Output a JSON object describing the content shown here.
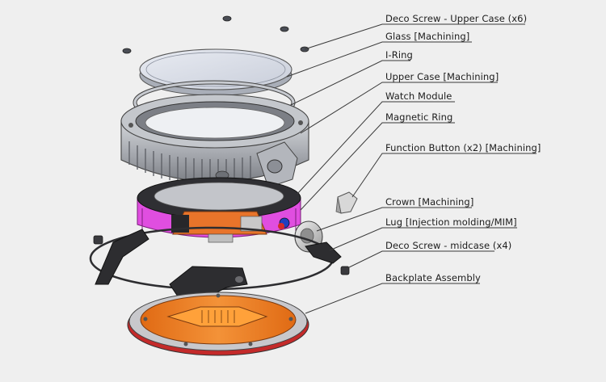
{
  "diagram": {
    "callouts": {
      "deco_screw_upper": "Deco Screw - Upper Case (x6)",
      "glass": "Glass [Machining]",
      "i_ring": "I-Ring",
      "upper_case": "Upper Case [Machining]",
      "watch_module": "Watch Module",
      "magnetic_ring": "Magnetic Ring",
      "function_button": "Function Button (x2) [Machining]",
      "crown": "Crown [Machining]",
      "lug": "Lug [Injection molding/MIM]",
      "deco_screw_midcase": "Deco Screw - midcase (x4)",
      "backplate_assembly": "Backplate Assembly"
    },
    "colors": {
      "background": "#efefef",
      "case_metal": "#b9bcc1",
      "case_dark": "#6d7076",
      "module_magenta": "#e04ee0",
      "module_orange": "#e8742a",
      "backplate_orange": "#f07a1e",
      "backplate_red": "#c42a2a",
      "lug_dark": "#2d2d30",
      "glass": "#d9dde6",
      "leader_line": "#3a3a3a"
    }
  }
}
